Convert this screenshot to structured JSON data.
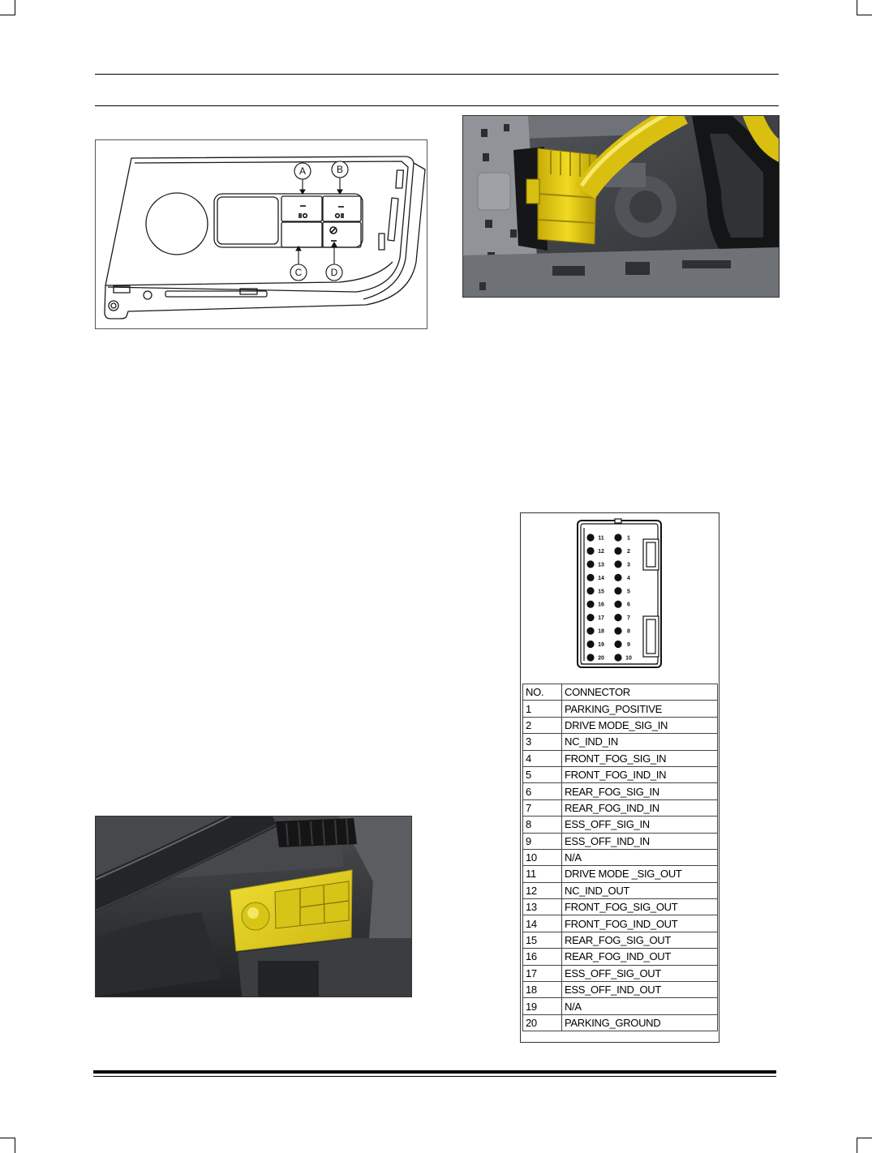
{
  "figures": {
    "switch_diagram": {
      "callouts": {
        "a": "A",
        "b": "B",
        "c": "C",
        "d": "D"
      }
    }
  },
  "connector_pinout": {
    "left_pins": [
      "11",
      "12",
      "13",
      "14",
      "15",
      "16",
      "17",
      "18",
      "19",
      "20"
    ],
    "right_pins": [
      "1",
      "2",
      "3",
      "4",
      "5",
      "6",
      "7",
      "8",
      "9",
      "10"
    ]
  },
  "pin_table": {
    "headers": [
      "NO.",
      "CONNECTOR"
    ],
    "rows": [
      [
        "1",
        "PARKING_POSITIVE"
      ],
      [
        "2",
        "DRIVE MODE_SIG_IN"
      ],
      [
        "3",
        "NC_IND_IN"
      ],
      [
        "4",
        "FRONT_FOG_SIG_IN"
      ],
      [
        "5",
        "FRONT_FOG_IND_IN"
      ],
      [
        "6",
        "REAR_FOG_SIG_IN"
      ],
      [
        "7",
        "REAR_FOG_IND_IN"
      ],
      [
        "8",
        "ESS_OFF_SIG_IN"
      ],
      [
        "9",
        "ESS_OFF_IND_IN"
      ],
      [
        "10",
        "N/A"
      ],
      [
        "11",
        "DRIVE MODE _SIG_OUT"
      ],
      [
        "12",
        "NC_IND_OUT"
      ],
      [
        "13",
        "FRONT_FOG_SIG_OUT"
      ],
      [
        "14",
        "FRONT_FOG_IND_OUT"
      ],
      [
        "15",
        "REAR_FOG_SIG_OUT"
      ],
      [
        "16",
        "REAR_FOG_IND_OUT"
      ],
      [
        "17",
        "ESS_OFF_SIG_OUT"
      ],
      [
        "18",
        "ESS_OFF_IND_OUT"
      ],
      [
        "19",
        "N/A"
      ],
      [
        "20",
        "PARKING_GROUND"
      ]
    ]
  },
  "colors": {
    "highlight_yellow": "#e5d11c",
    "rule": "#000000"
  }
}
